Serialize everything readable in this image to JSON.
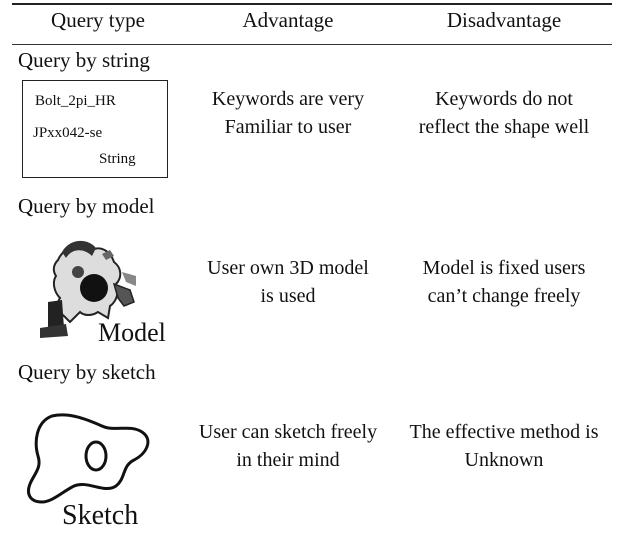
{
  "header": {
    "col1": "Query type",
    "col2": "Advantage",
    "col3": "Disadvantage"
  },
  "rows": [
    {
      "section": "Query by string",
      "figure": {
        "lines": [
          "Bolt_2pi_HR",
          "JPxx042-se",
          "String"
        ]
      },
      "advantage": [
        "Keywords are very",
        "Familiar to user"
      ],
      "disadvantage": [
        "Keywords do not",
        "reflect the shape well"
      ]
    },
    {
      "section": "Query by model",
      "figure": {
        "label": "Model",
        "icon": "3d-model-icon"
      },
      "advantage": [
        "User own 3D model",
        "is used"
      ],
      "disadvantage": [
        "Model is fixed users",
        "can’t change freely"
      ]
    },
    {
      "section": "Query by sketch",
      "figure": {
        "label": "Sketch",
        "icon": "sketch-drawing-icon"
      },
      "advantage": [
        "User can sketch freely",
        "in their mind"
      ],
      "disadvantage": [
        "The effective method is",
        "Unknown"
      ]
    }
  ]
}
